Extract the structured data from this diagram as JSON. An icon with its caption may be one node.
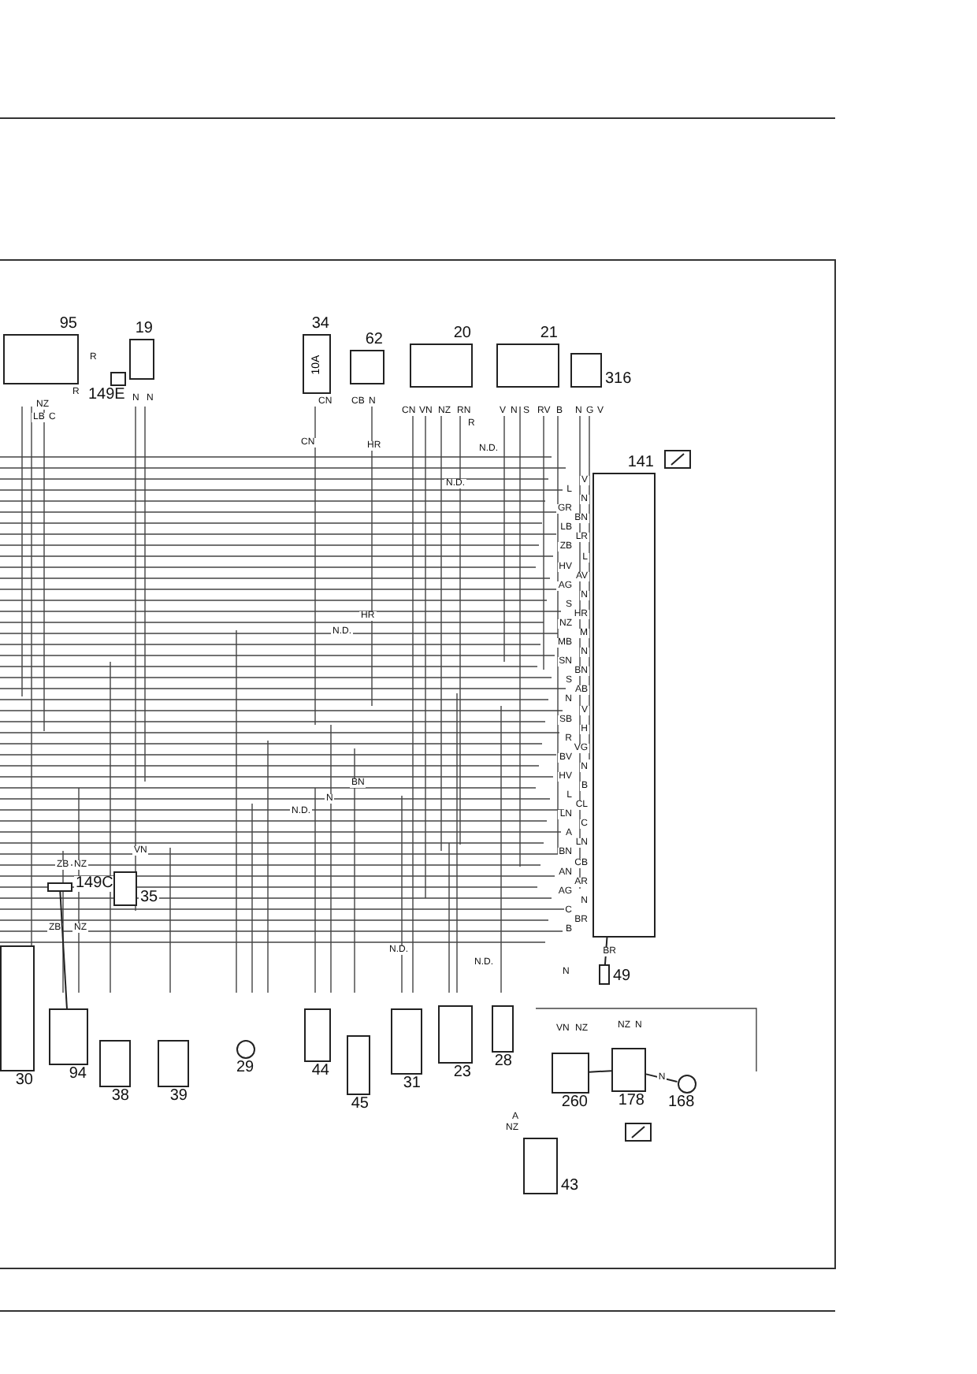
{
  "diagram": {
    "nodes": [
      {
        "text": [
          "95"
        ]
      },
      {
        "text": [
          "149E"
        ]
      },
      {
        "text": [
          "19"
        ]
      },
      {
        "text": [
          "34",
          "10A"
        ]
      },
      {
        "text": [
          "62"
        ]
      },
      {
        "text": [
          "20"
        ]
      },
      {
        "text": [
          "21"
        ]
      },
      {
        "text": [
          "316"
        ]
      },
      {
        "text": [
          "141"
        ],
        "beside": [
          "V",
          "L",
          "N",
          "GR",
          "BN",
          "LB",
          "LR",
          "ZB",
          "L",
          "HV",
          "AV",
          "AG",
          "N",
          "S",
          "HR",
          "NZ",
          "M",
          "MB",
          "N",
          "SN",
          "BN",
          "S",
          "AB",
          "N",
          "V",
          "SB",
          "H",
          "R",
          "VG",
          "BV",
          "N",
          "HV",
          "B",
          "L",
          "CL",
          "LN",
          "C",
          "A",
          "LN",
          "BN",
          "CB",
          "AN",
          "AR",
          "AG",
          "N",
          "C",
          "BR",
          "B"
        ]
      },
      {
        "text": [
          "30"
        ]
      },
      {
        "text": [
          "149C"
        ]
      },
      {
        "text": [
          "35"
        ]
      },
      {
        "text": [
          "94"
        ]
      },
      {
        "text": [
          "38"
        ]
      },
      {
        "text": [
          "39"
        ]
      },
      {
        "text": [
          "29"
        ]
      },
      {
        "text": [
          "44"
        ]
      },
      {
        "text": [
          "45"
        ]
      },
      {
        "text": [
          "31"
        ]
      },
      {
        "text": [
          "23"
        ]
      },
      {
        "text": [
          "28"
        ]
      },
      {
        "text": [
          "49"
        ]
      },
      {
        "text": [
          "260"
        ]
      },
      {
        "text": [
          "178"
        ]
      },
      {
        "text": [
          "168"
        ]
      },
      {
        "text": [
          "43"
        ],
        "beside": [
          "A",
          "NZ"
        ]
      }
    ],
    "edges": [
      {
        "from": 10,
        "to": 12,
        "arrow": "none"
      },
      {
        "from": 8,
        "to": 21,
        "arrow": "none",
        "label": "BR"
      },
      {
        "from": 22,
        "to": 23,
        "arrow": "none"
      },
      {
        "from": 23,
        "to": 24,
        "arrow": "none",
        "label": "N"
      }
    ],
    "labels": [
      "LB",
      "NZ",
      "C",
      "R",
      "R",
      "N",
      "N",
      "CN",
      "CN",
      "CB",
      "N",
      "HR",
      "CN",
      "VN",
      "NZ",
      "RN",
      "R",
      "V",
      "N",
      "S",
      "RV",
      "B",
      "N",
      "G",
      "V",
      "N.D.",
      "N.D.",
      "N.D.",
      "HR",
      "N.D.",
      "BN",
      "N",
      "N.D.",
      "N.D.",
      "VN",
      "ZB",
      "NZ",
      "ZB",
      "NZ",
      "N",
      "VN",
      "NZ",
      "NZ",
      "N"
    ]
  }
}
